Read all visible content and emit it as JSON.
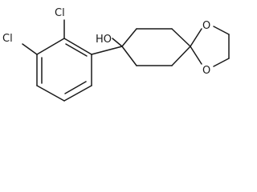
{
  "molecule": {
    "atom_labels": {
      "chlorine_top": "Cl",
      "chlorine_left": "Cl",
      "hydroxyl": "HO",
      "oxygen_top": "O",
      "oxygen_bottom": "O"
    },
    "line_color": "#1a1a1a",
    "background": "#ffffff"
  }
}
